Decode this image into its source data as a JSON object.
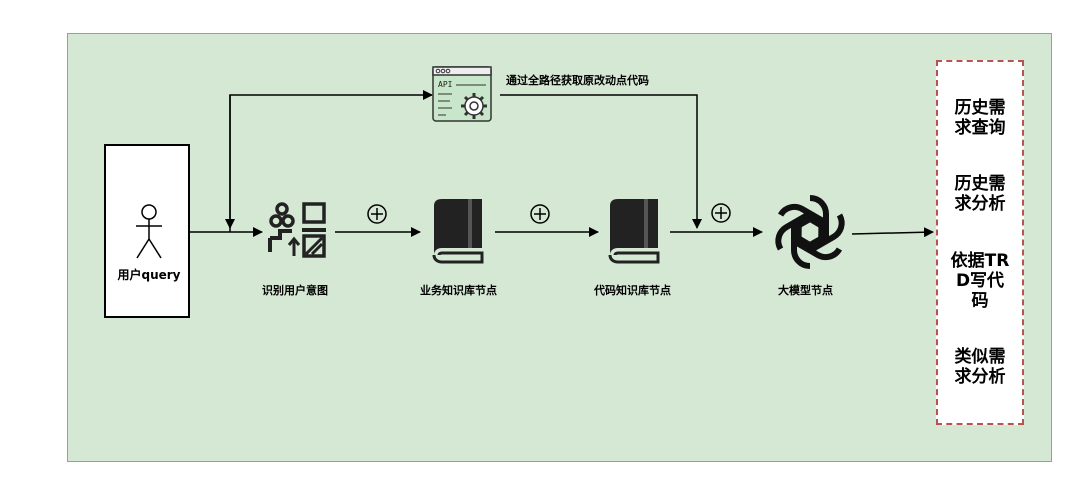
{
  "user": {
    "label": "用户query"
  },
  "nodes": {
    "intent": "识别用户意图",
    "business_kb": "业务知识库节点",
    "code_kb": "代码知识库节点",
    "llm": "大模型节点"
  },
  "api_step": {
    "label": "通过全路径获取原改动点代码",
    "icon_text": "API"
  },
  "merge_symbol": "⊕",
  "outputs": [
    {
      "label": "历史需求查询"
    },
    {
      "label": "历史需求分析"
    },
    {
      "label": "依据TRD写代码"
    },
    {
      "label": "类似需求分析"
    }
  ],
  "colors": {
    "background": "#d5e8d4",
    "background_border": "#82b366",
    "panel_border": "#b85450",
    "api_icon": "#c8e6c9"
  }
}
